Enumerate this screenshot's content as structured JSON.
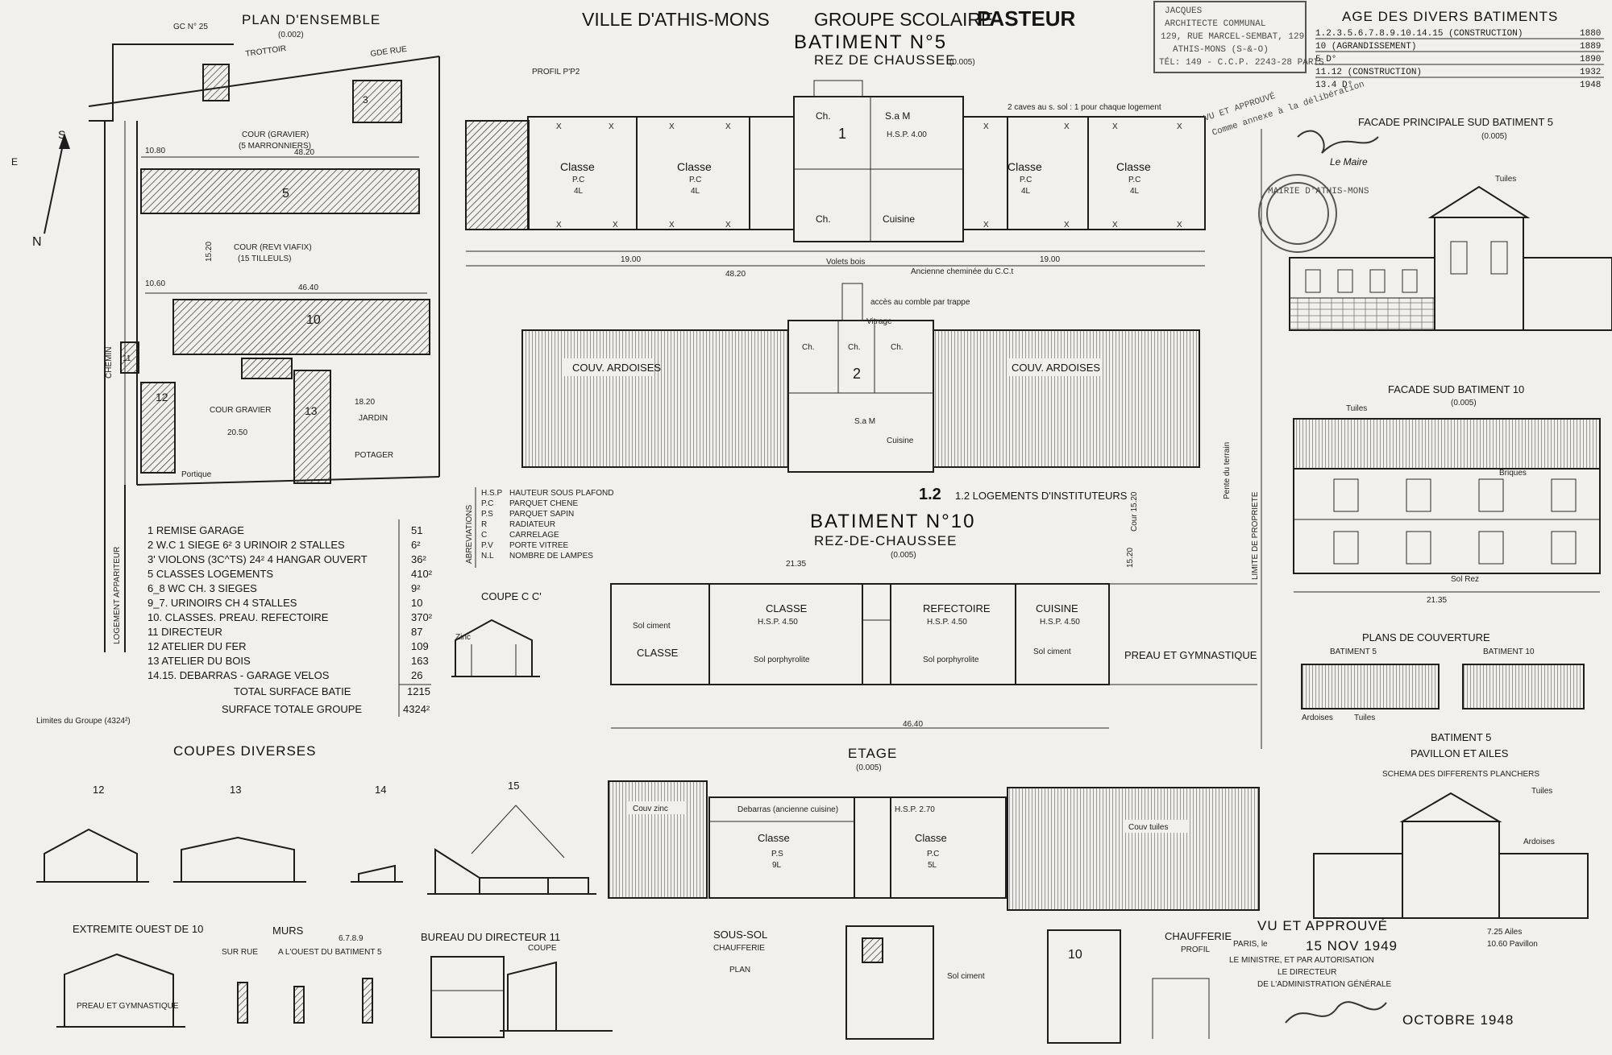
{
  "title": {
    "line1_prefix": "VILLE D'ATHIS-MONS",
    "line1_group": "GROUPE SCOLAIRE",
    "line1_name": "PASTEUR",
    "batiment5": "BATIMENT N°5",
    "rez": "REZ DE CHAUSSEE",
    "rez_scale": "(0.005)"
  },
  "stamp_architect": {
    "l1": "JACQUES",
    "l2": "ARCHITECTE COMMUNAL",
    "l3": "129, RUE MARCEL-SEMBAT, 129",
    "l4": "ATHIS-MONS (S-&-O)",
    "l5": "TÉL: 149 - C.C.P. 2243-28 PARIS"
  },
  "ages": {
    "title": "AGE DES DIVERS BATIMENTS",
    "rows": [
      {
        "label": "1.2.3.5.6.7.8.9.10.14.15 (CONSTRUCTION)",
        "year": "1880"
      },
      {
        "label": "10 (AGRANDISSEMENT)",
        "year": "1889"
      },
      {
        "label": "5 D°",
        "year": "1890"
      },
      {
        "label": "11.12 (CONSTRUCTION)",
        "year": "1932"
      },
      {
        "label": "13.4 D°",
        "year": "1948"
      }
    ]
  },
  "plan_ensemble": {
    "title": "PLAN D'ENSEMBLE",
    "scale": "(0.002)",
    "labels": {
      "gc": "GC N° 25",
      "trottoir": "TROTTOIR",
      "rue": "GDE RUE",
      "cour_gravier": "COUR (GRAVIER)",
      "marronniers": "(5 MARRONNIERS)",
      "cour_tilleuls": "COUR (REVt VIAFIX)",
      "tilleuls": "(15 TILLEULS)",
      "cour_gravier2": "COUR GRAVIER",
      "jardin": "JARDIN",
      "potager": "POTAGER",
      "chemin": "CHEMIN",
      "logement": "LOGEMENT APPARITEUR",
      "portique": "Portique",
      "dim_4820": "48.20",
      "dim_4640": "46.40",
      "dim_1820": "18.20",
      "dim_2050": "20.50",
      "dim_1060": "10.60",
      "dim_1080": "10.80",
      "dim_1520": "15.20"
    },
    "blocks": [
      "5",
      "10",
      "12",
      "13",
      "11",
      "3"
    ]
  },
  "legend": {
    "items": [
      {
        "text": "1 REMISE GARAGE",
        "area": "51"
      },
      {
        "text": "2 W.C 1 SIEGE 6² 3 URINOIR 2 STALLES",
        "area": "6²"
      },
      {
        "text": "3' VIOLONS (3C^TS) 24² 4 HANGAR OUVERT",
        "area": "36²"
      },
      {
        "text": "5 CLASSES LOGEMENTS",
        "area": "410²"
      },
      {
        "text": "6_8 WC CH. 3 SIEGES",
        "area": "9²"
      },
      {
        "text": "9_7. URINOIRS CH 4 STALLES",
        "area": "10"
      },
      {
        "text": "10. CLASSES. PREAU. REFECTOIRE",
        "area": "370²"
      },
      {
        "text": "11 DIRECTEUR",
        "area": "87"
      },
      {
        "text": "12 ATELIER DU FER",
        "area": "109"
      },
      {
        "text": "13 ATELIER DU BOIS",
        "area": "163"
      },
      {
        "text": "14.15. DEBARRAS - GARAGE VELOS",
        "area": "26"
      },
      {
        "text": "TOTAL SURFACE BATIE",
        "area": "1215"
      },
      {
        "text": "SURFACE TOTALE GROUPE",
        "area": "4324²"
      }
    ],
    "limits": "Limites du Groupe (4324²)"
  },
  "bat5_plan": {
    "rooms": [
      "Classe",
      "Classe",
      "Classe",
      "Classe"
    ],
    "room_sub": "P.C",
    "room_lamps": "4L",
    "logement_rooms": [
      "Ch.",
      "S.a M",
      "Ch.",
      "Cuisine"
    ],
    "dims": {
      "left": "19.00",
      "right": "19.00",
      "total": "48.20"
    },
    "note_caves": "2 caves au s. sol : 1 pour chaque logement",
    "note_cheminee": "Ancienne cheminée du C.C.t",
    "note_volets": "Volets bois",
    "profil": "PROFIL P'P2",
    "logement_label": "1",
    "hsp": "H.S.P. 4.00"
  },
  "bat5_etage": {
    "roof_left": "COUV. ARDOISES",
    "roof_right": "COUV. ARDOISES",
    "logement_label": "2",
    "rooms": [
      "Ch.",
      "Ch.",
      "Ch.",
      "S.a M",
      "Cuisine"
    ],
    "note_acces": "accès au comble par trappe",
    "caption": "1.2 LOGEMENTS D'INSTITUTEURS",
    "vitrage": "Vitrage"
  },
  "abbrev": {
    "title": "ABREVIATIONS",
    "rows": [
      {
        "k": "H.S.P",
        "v": "HAUTEUR SOUS PLAFOND"
      },
      {
        "k": "P.C",
        "v": "PARQUET CHENE"
      },
      {
        "k": "P.S",
        "v": "PARQUET SAPIN"
      },
      {
        "k": "R",
        "v": "RADIATEUR"
      },
      {
        "k": "C",
        "v": "CARRELAGE"
      },
      {
        "k": "P.V",
        "v": "PORTE VITREE"
      },
      {
        "k": "N.L",
        "v": "NOMBRE DE LAMPES"
      }
    ]
  },
  "bat10": {
    "title": "BATIMENT N°10",
    "sub": "REZ-DE-CHAUSSEE",
    "scale": "(0.005)",
    "rooms": [
      {
        "name": "CLASSE",
        "floor": "Sol ciment"
      },
      {
        "name": "CLASSE",
        "floor": "Sol porphyrolite"
      },
      {
        "name": "REFECTOIRE",
        "floor": "Sol porphyrolite"
      },
      {
        "name": "CUISINE",
        "floor": "Sol ciment"
      }
    ],
    "preau": "PREAU ET GYMNASTIQUE",
    "dims": {
      "total": "46.40",
      "depth": "15.20",
      "w": "21.35"
    },
    "coupe": "COUPE C C'",
    "zinc": "Zinc",
    "hsp": "H.S.P. 4.50"
  },
  "etage": {
    "title": "ETAGE",
    "scale": "(0.005)",
    "left_roof": "Couv zinc",
    "right_roof": "Couv tuiles",
    "rooms": [
      {
        "name": "Classe",
        "floor": "P.S",
        "lamps": "9L"
      },
      {
        "name": "Classe",
        "floor": "P.C",
        "lamps": "5L"
      }
    ],
    "debarras": "Debarras (ancienne cuisine)",
    "hsp": "H.S.P. 2.70"
  },
  "coupes": {
    "title": "COUPES DIVERSES",
    "numbers": [
      "12",
      "13",
      "14",
      "15"
    ],
    "murs": "MURS",
    "sur_rue": "SUR RUE",
    "ouest": "A L'OUEST DU BATIMENT 5",
    "bureau": "BUREAU DU DIRECTEUR 11",
    "coupe": "COUPE",
    "extremite": "EXTREMITE OUEST DE 10",
    "preau": "PREAU ET GYMNASTIQUE",
    "n6789": "6.7.8.9"
  },
  "sous_sol": {
    "title": "SOUS-SOL",
    "sub": "CHAUFFERIE",
    "plan": "PLAN",
    "chauff": "CHAUFFERIE",
    "profil": "PROFIL",
    "sol": "Sol ciment"
  },
  "facades": {
    "sud5": "FACADE PRINCIPALE SUD BATIMENT 5",
    "sud5_scale": "(0.005)",
    "sud10": "FACADE SUD BATIMENT 10",
    "sud10_scale": "(0.005)",
    "tuiles": "Tuiles",
    "briques": "Briques",
    "sol_rez": "Sol Rez",
    "dim_2135": "21.35"
  },
  "couverture": {
    "title": "PLANS DE COUVERTURE",
    "b5": "BATIMENT 5",
    "b10": "BATIMENT 10",
    "ardoises": "Ardoises",
    "tuiles": "Tuiles"
  },
  "pavillon": {
    "title": "BATIMENT 5",
    "sub": "PAVILLON ET AILES",
    "schema": "SCHEMA DES DIFFERENTS PLANCHERS",
    "tuiles": "Tuiles",
    "ardoises": "Ardoises",
    "ailes": "7.25 Ailes",
    "pav": "10.60 Pavillon"
  },
  "approval": {
    "vu1": "VU ET APPROUVÉ",
    "vu1b": "Comme annexe à la délibération",
    "maire": "Le Maire",
    "vu2": "VU ET APPROUVÉ",
    "date": "15 NOV 1949",
    "paris": "PARIS, le",
    "ministre": "LE MINISTRE, ET PAR AUTORISATION",
    "directeur": "LE DIRECTEUR",
    "admin": "DE L'ADMINISTRATION GÉNÉRALE",
    "date_plan": "OCTOBRE 1948",
    "seal": "MAIRIE D'ATHIS-MONS"
  },
  "side": {
    "limite": "LIMITE DE PROPRIETE",
    "pente": "Pente du terrain",
    "cour": "Cour 15.20"
  }
}
